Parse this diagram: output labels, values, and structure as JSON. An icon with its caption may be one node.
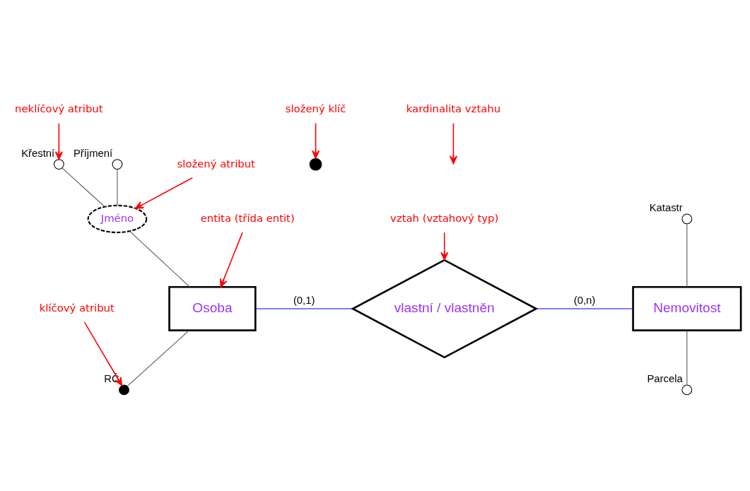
{
  "diagram": {
    "nodes": [
      {
        "text": [
          "Osoba"
        ]
      },
      {
        "text": [
          "vlastní / vlastněn"
        ]
      },
      {
        "text": [
          "Nemovitost"
        ]
      },
      {
        "text": [
          "Jméno"
        ]
      },
      {
        "text": [],
        "shape": "circle",
        "beside": [
          "Křestní"
        ]
      },
      {
        "text": [],
        "shape": "circle",
        "beside": [
          "Příjmení"
        ]
      },
      {
        "text": [],
        "shape": "circle",
        "beside": [
          "RČ"
        ]
      },
      {
        "text": [],
        "shape": "circle",
        "beside": [
          "Katastr"
        ]
      },
      {
        "text": [],
        "shape": "circle",
        "beside": [
          "Parcela"
        ]
      },
      {
        "text": [],
        "shape": "arc"
      },
      {
        "text": [
          "neklíčový atribut"
        ]
      },
      {
        "text": [
          "složený atribut"
        ]
      },
      {
        "text": [
          "kardinalita vztahu"
        ]
      },
      {
        "text": [
          "entita (třída entit)"
        ]
      },
      {
        "text": [
          "vztah (vztahový typ)"
        ]
      },
      {
        "text": [
          "klíčový atribut"
        ]
      },
      {
        "text": [
          "složený klíč"
        ]
      }
    ],
    "edges": [
      {
        "from": 0,
        "to": 1,
        "arrow": "none",
        "label": "(0,1)",
        "color": "#0000ff"
      },
      {
        "from": 1,
        "to": 2,
        "arrow": "none",
        "label": "(0,n)",
        "color": "#0000ff"
      },
      {
        "from": 4,
        "to": 3,
        "arrow": "none",
        "color": "#555555"
      },
      {
        "from": 5,
        "to": 3,
        "arrow": "none",
        "color": "#555555"
      },
      {
        "from": 3,
        "to": 0,
        "arrow": "none",
        "color": "#555555"
      },
      {
        "from": 0,
        "to": 6,
        "arrow": "none",
        "color": "#555555"
      },
      {
        "from": 7,
        "to": 2,
        "arrow": "none",
        "color": "#555555"
      },
      {
        "from": 2,
        "to": 8,
        "arrow": "none",
        "color": "#555555"
      },
      {
        "from": 10,
        "to": 4,
        "arrow": "to",
        "color": "#ff0000"
      },
      {
        "from": 11,
        "to": 3,
        "arrow": "to",
        "color": "#ff0000"
      },
      {
        "from": 12,
        "to": null,
        "arrow": "to",
        "color": "#ff0000"
      },
      {
        "from": 13,
        "to": 0,
        "arrow": "to",
        "color": "#ff0000"
      },
      {
        "from": 14,
        "to": 1,
        "arrow": "to",
        "color": "#ff0000"
      },
      {
        "from": 15,
        "to": 6,
        "arrow": "to",
        "color": "#ff0000"
      },
      {
        "from": 16,
        "to": 9,
        "arrow": "to",
        "color": "#ff0000"
      }
    ]
  }
}
